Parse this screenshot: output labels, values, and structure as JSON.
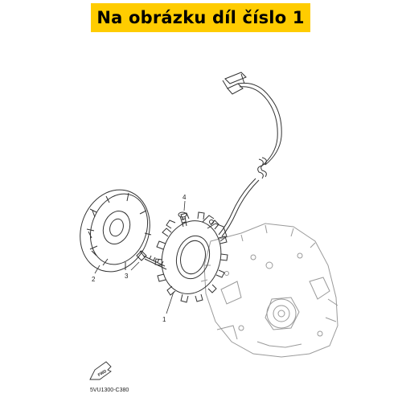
{
  "header": {
    "title": "Na obrázku díl číslo 1"
  },
  "callouts": {
    "part1": "1",
    "part2": "2",
    "part3": "3",
    "part4": "4"
  },
  "footer": {
    "diagram_code": "5VU1300-C380",
    "direction_label": "FWD"
  },
  "colors": {
    "banner": "#ffcc00",
    "line": "#333333",
    "engine_line": "#9a9a9a"
  }
}
